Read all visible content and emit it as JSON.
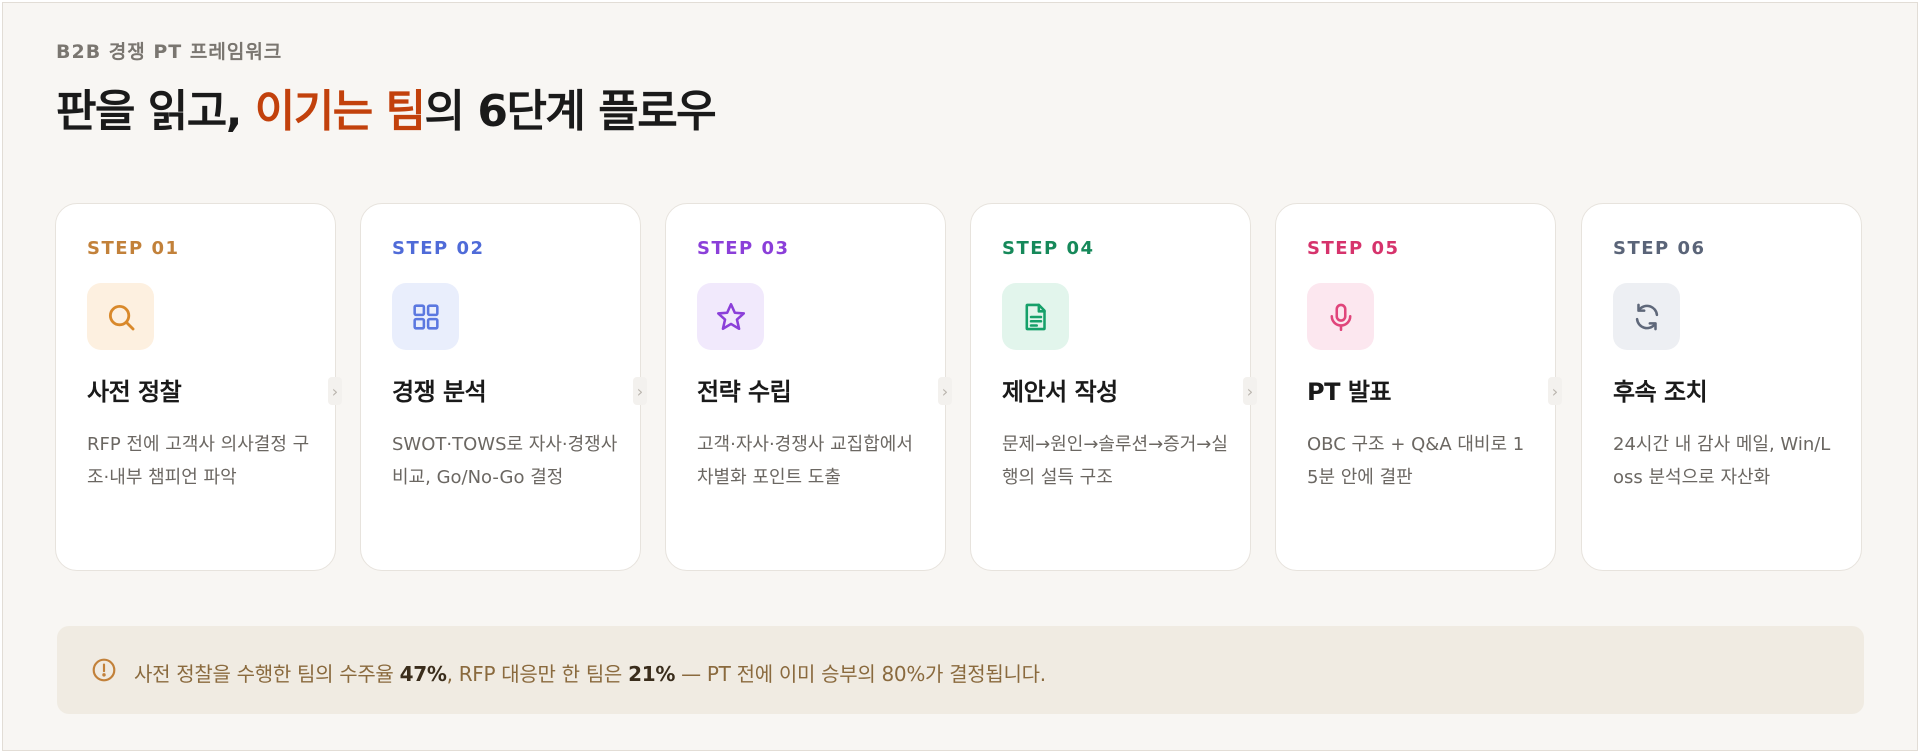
{
  "header": {
    "eyebrow": "B2B 경쟁 PT 프레임워크",
    "title_prefix": "판을 읽고, ",
    "title_accent": "이기는 팀",
    "title_suffix": "의 6단계 플로우"
  },
  "colors": {
    "accent": "#c2410c",
    "step01": "#c2813a",
    "step02": "#4f6bd8",
    "step03": "#8b3fd9",
    "step04": "#16895a",
    "step05": "#d6336c",
    "step06": "#5a6478"
  },
  "steps": [
    {
      "label": "STEP 01",
      "title": "사전 정찰",
      "desc": "RFP 전에 고객사 의사결정 구조·내부 챔피언 파악",
      "icon": "search-icon"
    },
    {
      "label": "STEP 02",
      "title": "경쟁 분석",
      "desc": "SWOT·TOWS로 자사·경쟁사 비교, Go/No-Go 결정",
      "icon": "grid-icon"
    },
    {
      "label": "STEP 03",
      "title": "전략 수립",
      "desc": "고객·자사·경쟁사 교집합에서 차별화 포인트 도출",
      "icon": "star-icon"
    },
    {
      "label": "STEP 04",
      "title": "제안서 작성",
      "desc": "문제→원인→솔루션→증거→실행의 설득 구조",
      "icon": "document-icon"
    },
    {
      "label": "STEP 05",
      "title": "PT 발표",
      "desc": "OBC 구조 + Q&A 대비로 15분 안에 결판",
      "icon": "microphone-icon"
    },
    {
      "label": "STEP 06",
      "title": "후속 조치",
      "desc": "24시간 내 감사 메일, Win/Loss 분석으로 자산화",
      "icon": "refresh-icon"
    }
  ],
  "notice": {
    "icon": "info-circle-icon",
    "part1": "사전 정찰을 수행한 팀의 수주율 ",
    "value1": "47%",
    "part2": ", RFP 대응만 한 팀은 ",
    "value2": "21%",
    "part3": " — PT 전에 이미 승부의 80%가 결정됩니다."
  }
}
